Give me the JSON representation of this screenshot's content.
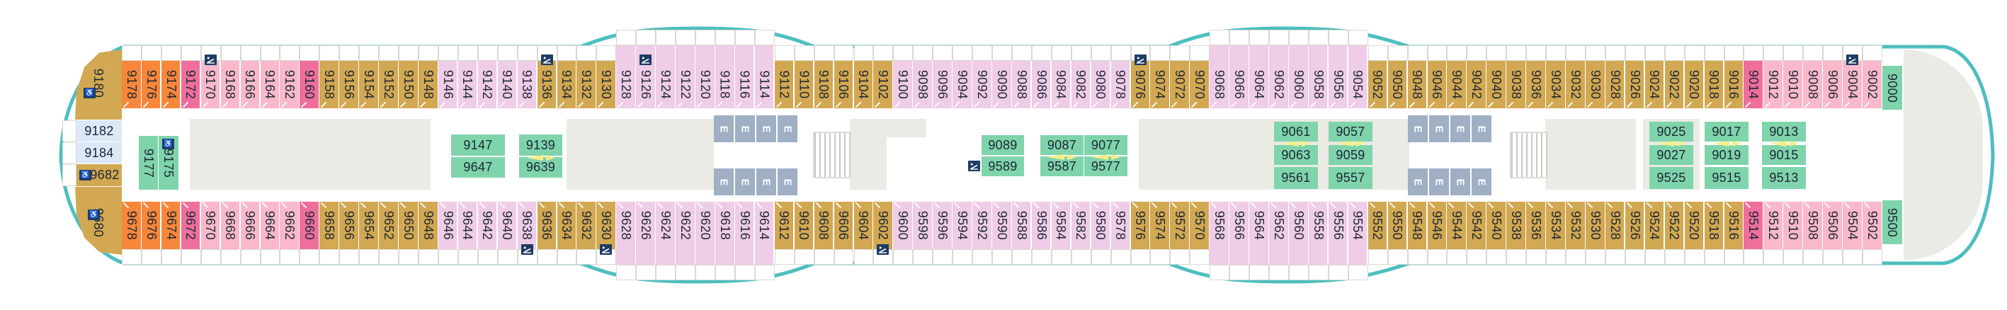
{
  "palette": {
    "gold": "#d2a852",
    "orange": "#f6873b",
    "pink_dark": "#ee6f9c",
    "pink_light": "#f9b9cb",
    "lilac": "#efcce8",
    "green": "#7fd4ac",
    "blue_light": "#dce8f6",
    "elevator": "#9fafc4",
    "deck_gray": "#ebebe6",
    "hull": "#4ebebf",
    "icon_navy": "#1e3c64",
    "number_text": "#1c2633",
    "arrow_yellow": "#f5ef86"
  },
  "icons": {
    "wheelchair": "♿"
  },
  "deck": {
    "elevator_label": "E",
    "top_row": [
      {
        "n": "9178",
        "cat": "orange"
      },
      {
        "n": "9176",
        "cat": "orange"
      },
      {
        "n": "9174",
        "cat": "orange"
      },
      {
        "n": "9172",
        "cat": "pink_dark"
      },
      {
        "n": "9170",
        "cat": "pink_light",
        "icon": "sofa"
      },
      {
        "n": "9168",
        "cat": "pink_light"
      },
      {
        "n": "9166",
        "cat": "pink_light"
      },
      {
        "n": "9164",
        "cat": "pink_light"
      },
      {
        "n": "9162",
        "cat": "pink_light"
      },
      {
        "n": "9160",
        "cat": "pink_dark"
      },
      {
        "n": "9158",
        "cat": "gold"
      },
      {
        "n": "9156",
        "cat": "gold"
      },
      {
        "n": "9154",
        "cat": "gold"
      },
      {
        "n": "9152",
        "cat": "gold"
      },
      {
        "n": "9150",
        "cat": "gold"
      },
      {
        "n": "9148",
        "cat": "gold"
      },
      {
        "n": "9146",
        "cat": "lilac"
      },
      {
        "n": "9144",
        "cat": "lilac"
      },
      {
        "n": "9142",
        "cat": "lilac"
      },
      {
        "n": "9140",
        "cat": "lilac"
      },
      {
        "n": "9138",
        "cat": "lilac"
      },
      {
        "n": "9136",
        "cat": "gold",
        "icon": "sofa"
      },
      {
        "n": "9134",
        "cat": "gold"
      },
      {
        "n": "9132",
        "cat": "gold"
      },
      {
        "n": "9130",
        "cat": "gold"
      },
      {
        "n": "9128",
        "cat": "lilac",
        "tall": true
      },
      {
        "n": "9126",
        "cat": "lilac",
        "tall": true,
        "icon": "sofa"
      },
      {
        "n": "9124",
        "cat": "lilac",
        "tall": true
      },
      {
        "n": "9122",
        "cat": "lilac",
        "tall": true
      },
      {
        "n": "9120",
        "cat": "lilac",
        "tall": true
      },
      {
        "n": "9118",
        "cat": "lilac",
        "tall": true
      },
      {
        "n": "9116",
        "cat": "lilac",
        "tall": true
      },
      {
        "n": "9114",
        "cat": "lilac",
        "tall": true
      },
      {
        "n": "9112",
        "cat": "gold"
      },
      {
        "n": "9110",
        "cat": "gold"
      },
      {
        "n": "9108",
        "cat": "gold"
      },
      {
        "n": "9106",
        "cat": "gold"
      },
      {
        "n": "9104",
        "cat": "gold"
      },
      {
        "n": "9102",
        "cat": "gold"
      },
      {
        "n": "9100",
        "cat": "lilac"
      },
      {
        "n": "9098",
        "cat": "lilac"
      },
      {
        "n": "9096",
        "cat": "lilac"
      },
      {
        "n": "9094",
        "cat": "lilac"
      },
      {
        "n": "9092",
        "cat": "lilac"
      },
      {
        "n": "9090",
        "cat": "lilac"
      },
      {
        "n": "9088",
        "cat": "lilac"
      },
      {
        "n": "9086",
        "cat": "lilac"
      },
      {
        "n": "9084",
        "cat": "lilac"
      },
      {
        "n": "9082",
        "cat": "lilac"
      },
      {
        "n": "9080",
        "cat": "lilac"
      },
      {
        "n": "9078",
        "cat": "lilac"
      },
      {
        "n": "9076",
        "cat": "gold",
        "icon": "sofa"
      },
      {
        "n": "9074",
        "cat": "gold"
      },
      {
        "n": "9072",
        "cat": "gold"
      },
      {
        "n": "9070",
        "cat": "gold"
      },
      {
        "n": "9068",
        "cat": "lilac",
        "tall": true
      },
      {
        "n": "9066",
        "cat": "lilac",
        "tall": true
      },
      {
        "n": "9064",
        "cat": "lilac",
        "tall": true
      },
      {
        "n": "9062",
        "cat": "lilac",
        "tall": true
      },
      {
        "n": "9060",
        "cat": "lilac",
        "tall": true
      },
      {
        "n": "9058",
        "cat": "lilac",
        "tall": true
      },
      {
        "n": "9056",
        "cat": "lilac",
        "tall": true
      },
      {
        "n": "9054",
        "cat": "lilac",
        "tall": true
      },
      {
        "n": "9052",
        "cat": "gold"
      },
      {
        "n": "9050",
        "cat": "gold"
      },
      {
        "n": "9048",
        "cat": "gold"
      },
      {
        "n": "9046",
        "cat": "gold"
      },
      {
        "n": "9044",
        "cat": "gold"
      },
      {
        "n": "9042",
        "cat": "gold"
      },
      {
        "n": "9040",
        "cat": "gold"
      },
      {
        "n": "9038",
        "cat": "gold"
      },
      {
        "n": "9036",
        "cat": "gold"
      },
      {
        "n": "9034",
        "cat": "gold"
      },
      {
        "n": "9032",
        "cat": "gold"
      },
      {
        "n": "9030",
        "cat": "gold"
      },
      {
        "n": "9028",
        "cat": "gold"
      },
      {
        "n": "9026",
        "cat": "gold"
      },
      {
        "n": "9024",
        "cat": "gold"
      },
      {
        "n": "9022",
        "cat": "gold"
      },
      {
        "n": "9020",
        "cat": "gold"
      },
      {
        "n": "9018",
        "cat": "gold"
      },
      {
        "n": "9016",
        "cat": "gold"
      },
      {
        "n": "9014",
        "cat": "pink_dark"
      },
      {
        "n": "9012",
        "cat": "pink_light"
      },
      {
        "n": "9010",
        "cat": "pink_light"
      },
      {
        "n": "9008",
        "cat": "pink_light"
      },
      {
        "n": "9006",
        "cat": "pink_light"
      },
      {
        "n": "9004",
        "cat": "pink_light",
        "icon": "sofa"
      },
      {
        "n": "9002",
        "cat": "pink_light"
      }
    ],
    "bottom_row": [
      {
        "n": "9678",
        "cat": "orange"
      },
      {
        "n": "9676",
        "cat": "orange"
      },
      {
        "n": "9674",
        "cat": "orange"
      },
      {
        "n": "9672",
        "cat": "pink_dark"
      },
      {
        "n": "9670",
        "cat": "pink_light"
      },
      {
        "n": "9668",
        "cat": "pink_light"
      },
      {
        "n": "9666",
        "cat": "pink_light"
      },
      {
        "n": "9664",
        "cat": "pink_light"
      },
      {
        "n": "9662",
        "cat": "pink_light"
      },
      {
        "n": "9660",
        "cat": "pink_dark"
      },
      {
        "n": "9658",
        "cat": "gold"
      },
      {
        "n": "9656",
        "cat": "gold"
      },
      {
        "n": "9654",
        "cat": "gold"
      },
      {
        "n": "9652",
        "cat": "gold"
      },
      {
        "n": "9650",
        "cat": "gold"
      },
      {
        "n": "9648",
        "cat": "gold"
      },
      {
        "n": "9646",
        "cat": "lilac"
      },
      {
        "n": "9644",
        "cat": "lilac"
      },
      {
        "n": "9642",
        "cat": "lilac"
      },
      {
        "n": "9640",
        "cat": "lilac"
      },
      {
        "n": "9638",
        "cat": "lilac",
        "icon": "sofa"
      },
      {
        "n": "9636",
        "cat": "gold"
      },
      {
        "n": "9634",
        "cat": "gold"
      },
      {
        "n": "9632",
        "cat": "gold"
      },
      {
        "n": "9630",
        "cat": "gold",
        "icon": "sofa"
      },
      {
        "n": "9628",
        "cat": "lilac",
        "tall": true
      },
      {
        "n": "9626",
        "cat": "lilac",
        "tall": true
      },
      {
        "n": "9624",
        "cat": "lilac",
        "tall": true
      },
      {
        "n": "9622",
        "cat": "lilac",
        "tall": true
      },
      {
        "n": "9620",
        "cat": "lilac",
        "tall": true
      },
      {
        "n": "9618",
        "cat": "lilac",
        "tall": true
      },
      {
        "n": "9616",
        "cat": "lilac",
        "tall": true
      },
      {
        "n": "9614",
        "cat": "lilac",
        "tall": true
      },
      {
        "n": "9612",
        "cat": "gold"
      },
      {
        "n": "9610",
        "cat": "gold"
      },
      {
        "n": "9608",
        "cat": "gold"
      },
      {
        "n": "9606",
        "cat": "gold"
      },
      {
        "n": "9604",
        "cat": "gold"
      },
      {
        "n": "9602",
        "cat": "gold",
        "icon": "sofa"
      },
      {
        "n": "9600",
        "cat": "lilac"
      },
      {
        "n": "9598",
        "cat": "lilac"
      },
      {
        "n": "9596",
        "cat": "lilac"
      },
      {
        "n": "9594",
        "cat": "lilac"
      },
      {
        "n": "9592",
        "cat": "lilac"
      },
      {
        "n": "9590",
        "cat": "lilac"
      },
      {
        "n": "9588",
        "cat": "lilac"
      },
      {
        "n": "9586",
        "cat": "lilac"
      },
      {
        "n": "9584",
        "cat": "lilac"
      },
      {
        "n": "9582",
        "cat": "lilac"
      },
      {
        "n": "9580",
        "cat": "lilac"
      },
      {
        "n": "9578",
        "cat": "lilac"
      },
      {
        "n": "9576",
        "cat": "gold"
      },
      {
        "n": "9574",
        "cat": "gold"
      },
      {
        "n": "9572",
        "cat": "gold"
      },
      {
        "n": "9570",
        "cat": "gold"
      },
      {
        "n": "9568",
        "cat": "lilac",
        "tall": true
      },
      {
        "n": "9566",
        "cat": "lilac",
        "tall": true
      },
      {
        "n": "9564",
        "cat": "lilac",
        "tall": true
      },
      {
        "n": "9562",
        "cat": "lilac",
        "tall": true
      },
      {
        "n": "9560",
        "cat": "lilac",
        "tall": true
      },
      {
        "n": "9558",
        "cat": "lilac",
        "tall": true
      },
      {
        "n": "9556",
        "cat": "lilac",
        "tall": true
      },
      {
        "n": "9554",
        "cat": "lilac",
        "tall": true
      },
      {
        "n": "9552",
        "cat": "gold"
      },
      {
        "n": "9550",
        "cat": "gold"
      },
      {
        "n": "9548",
        "cat": "gold"
      },
      {
        "n": "9546",
        "cat": "gold"
      },
      {
        "n": "9544",
        "cat": "gold"
      },
      {
        "n": "9542",
        "cat": "gold"
      },
      {
        "n": "9540",
        "cat": "gold"
      },
      {
        "n": "9538",
        "cat": "gold"
      },
      {
        "n": "9536",
        "cat": "gold"
      },
      {
        "n": "9534",
        "cat": "gold"
      },
      {
        "n": "9532",
        "cat": "gold"
      },
      {
        "n": "9530",
        "cat": "gold"
      },
      {
        "n": "9528",
        "cat": "gold"
      },
      {
        "n": "9526",
        "cat": "gold"
      },
      {
        "n": "9524",
        "cat": "gold"
      },
      {
        "n": "9522",
        "cat": "gold"
      },
      {
        "n": "9520",
        "cat": "gold"
      },
      {
        "n": "9518",
        "cat": "gold"
      },
      {
        "n": "9516",
        "cat": "gold"
      },
      {
        "n": "9514",
        "cat": "pink_dark"
      },
      {
        "n": "9512",
        "cat": "pink_light"
      },
      {
        "n": "9510",
        "cat": "pink_light"
      },
      {
        "n": "9508",
        "cat": "pink_light"
      },
      {
        "n": "9506",
        "cat": "pink_light"
      },
      {
        "n": "9504",
        "cat": "pink_light"
      },
      {
        "n": "9502",
        "cat": "pink_light"
      }
    ],
    "bow_cabins": [
      {
        "n": "9180",
        "cat": "gold",
        "rotated": true,
        "icon": "wheelchair"
      },
      {
        "n": "9182",
        "cat": "blue_light"
      },
      {
        "n": "9184",
        "cat": "blue_light"
      },
      {
        "n": "9682",
        "cat": "gold",
        "icon": "wheelchair"
      },
      {
        "n": "9680",
        "cat": "gold",
        "rotated": true,
        "icon": "wheelchair"
      },
      {
        "n": "9177",
        "cat": "green",
        "rotated": true
      },
      {
        "n": "9175",
        "cat": "green",
        "rotated": true,
        "icon": "wheelchair"
      }
    ],
    "interior_groups": [
      {
        "cells": [
          "9147",
          "9647"
        ]
      },
      {
        "cells": [
          "9139",
          "9639"
        ],
        "arrows_after": 0
      },
      {
        "cells": [
          "9089",
          "9589"
        ],
        "icon_cell": "9589"
      },
      {
        "cells": [
          "9087",
          "9587"
        ],
        "arrows_after": 0
      },
      {
        "cells": [
          "9077",
          "9577"
        ],
        "arrows_after": 0
      },
      {
        "cells": [
          "9061",
          "9063",
          "9561"
        ],
        "arrows_after": 0
      },
      {
        "cells": [
          "9057",
          "9059",
          "9557"
        ],
        "arrows_after": 0
      },
      {
        "cells": [
          "9025",
          "9027",
          "9525"
        ],
        "arrows_after": 0
      },
      {
        "cells": [
          "9017",
          "9019",
          "9515"
        ],
        "arrows_after": 0
      },
      {
        "cells": [
          "9013",
          "9015",
          "9513"
        ],
        "arrows_after": 0
      }
    ],
    "stern_cabins": [
      {
        "n": "9000",
        "cat": "green"
      },
      {
        "n": "9500",
        "cat": "green"
      }
    ]
  }
}
